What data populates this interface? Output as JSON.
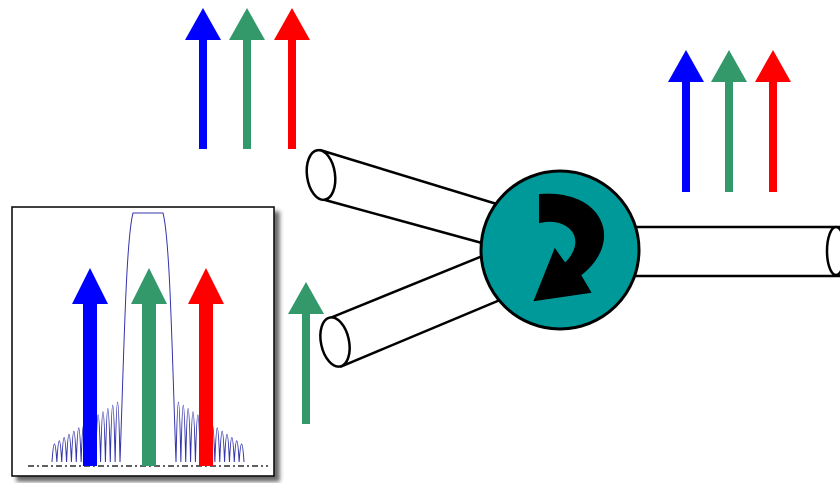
{
  "colors": {
    "blue": "#0000ff",
    "green": "#33996b",
    "red": "#ff0000",
    "circulator_fill": "#009999",
    "spectrum_line": "#3333aa",
    "outline": "#000000",
    "background": "#ffffff"
  },
  "icons": {
    "circulator": "circulator-curved-arrow-icon",
    "arrow": "upward-arrow-icon"
  },
  "arrow_groups": [
    {
      "port": "input",
      "wavelengths": [
        "blue",
        "green",
        "red"
      ]
    },
    {
      "port": "output",
      "wavelengths": [
        "blue",
        "green",
        "red"
      ]
    },
    {
      "port": "reflected",
      "wavelengths": [
        "green"
      ]
    },
    {
      "port": "filter-inset",
      "wavelengths": [
        "blue",
        "green",
        "red"
      ]
    }
  ]
}
